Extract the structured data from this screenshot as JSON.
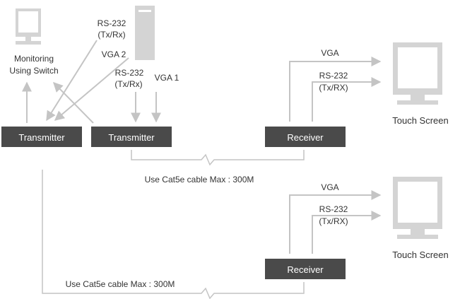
{
  "colors": {
    "box": "#4a4a4a",
    "box_text": "#ffffff",
    "line": "#c4c4c4",
    "device": "#d4d4d4",
    "text": "#333333"
  },
  "labels": {
    "rs232_top_1": "RS-232",
    "rs232_top_2": "(Tx/Rx)",
    "vga2": "VGA 2",
    "rs232_mid_1": "RS-232",
    "rs232_mid_2": "(Tx/Rx)",
    "vga1": "VGA 1",
    "monitoring_1": "Monitoring",
    "monitoring_2": "Using Switch",
    "transmitter_left": "Transmitter",
    "transmitter_right": "Transmitter",
    "receiver_top": "Receiver",
    "receiver_bottom": "Receiver",
    "vga_top": "VGA",
    "rs232_r1_1": "RS-232",
    "rs232_r1_2": "(Tx/RX)",
    "vga_bottom": "VGA",
    "rs232_r2_1": "RS-232",
    "rs232_r2_2": "(Tx/RX)",
    "touch_top": "Touch Screen",
    "touch_bottom": "Touch Screen",
    "cable_top": "Use Cat5e cable Max : 300M",
    "cable_bottom": "Use Cat5e cable Max : 300M"
  },
  "icons": [
    "monitor-icon",
    "pc-tower-icon",
    "touch-screen-icon"
  ]
}
